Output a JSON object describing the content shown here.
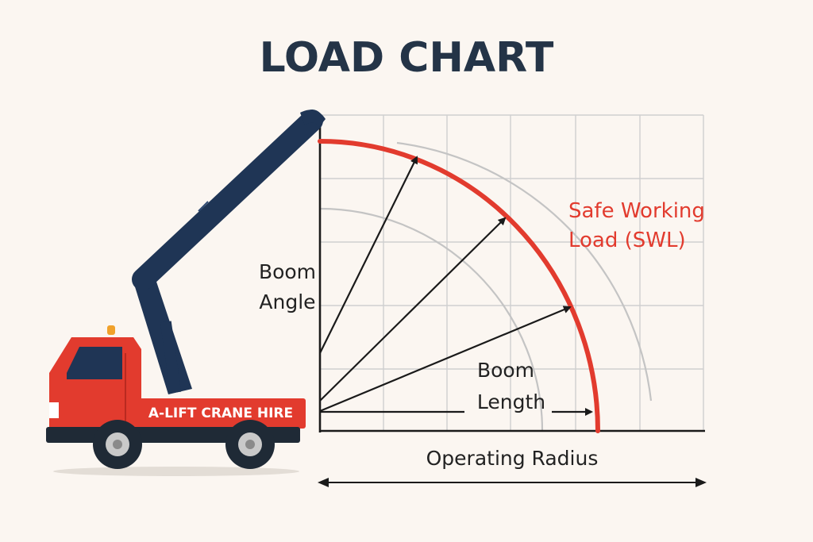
{
  "title": "LOAD CHART",
  "labels": {
    "boom_angle_line1": "Boom",
    "boom_angle_line2": "Angle",
    "boom_length_line1": "Boom",
    "boom_length_line2": "Length",
    "swl_line1": "Safe Working",
    "swl_line2": "Load (SWL)",
    "operating_radius": "Operating Radius"
  },
  "truck": {
    "brand_text": "A-LIFT CRANE HIRE"
  },
  "colors": {
    "background": "#fbf6f1",
    "title": "#243447",
    "boom": "#1f3555",
    "truck_red": "#e23b2e",
    "swl_curve": "#e23b2e",
    "grid": "#cfcfcf",
    "text": "#222222"
  }
}
